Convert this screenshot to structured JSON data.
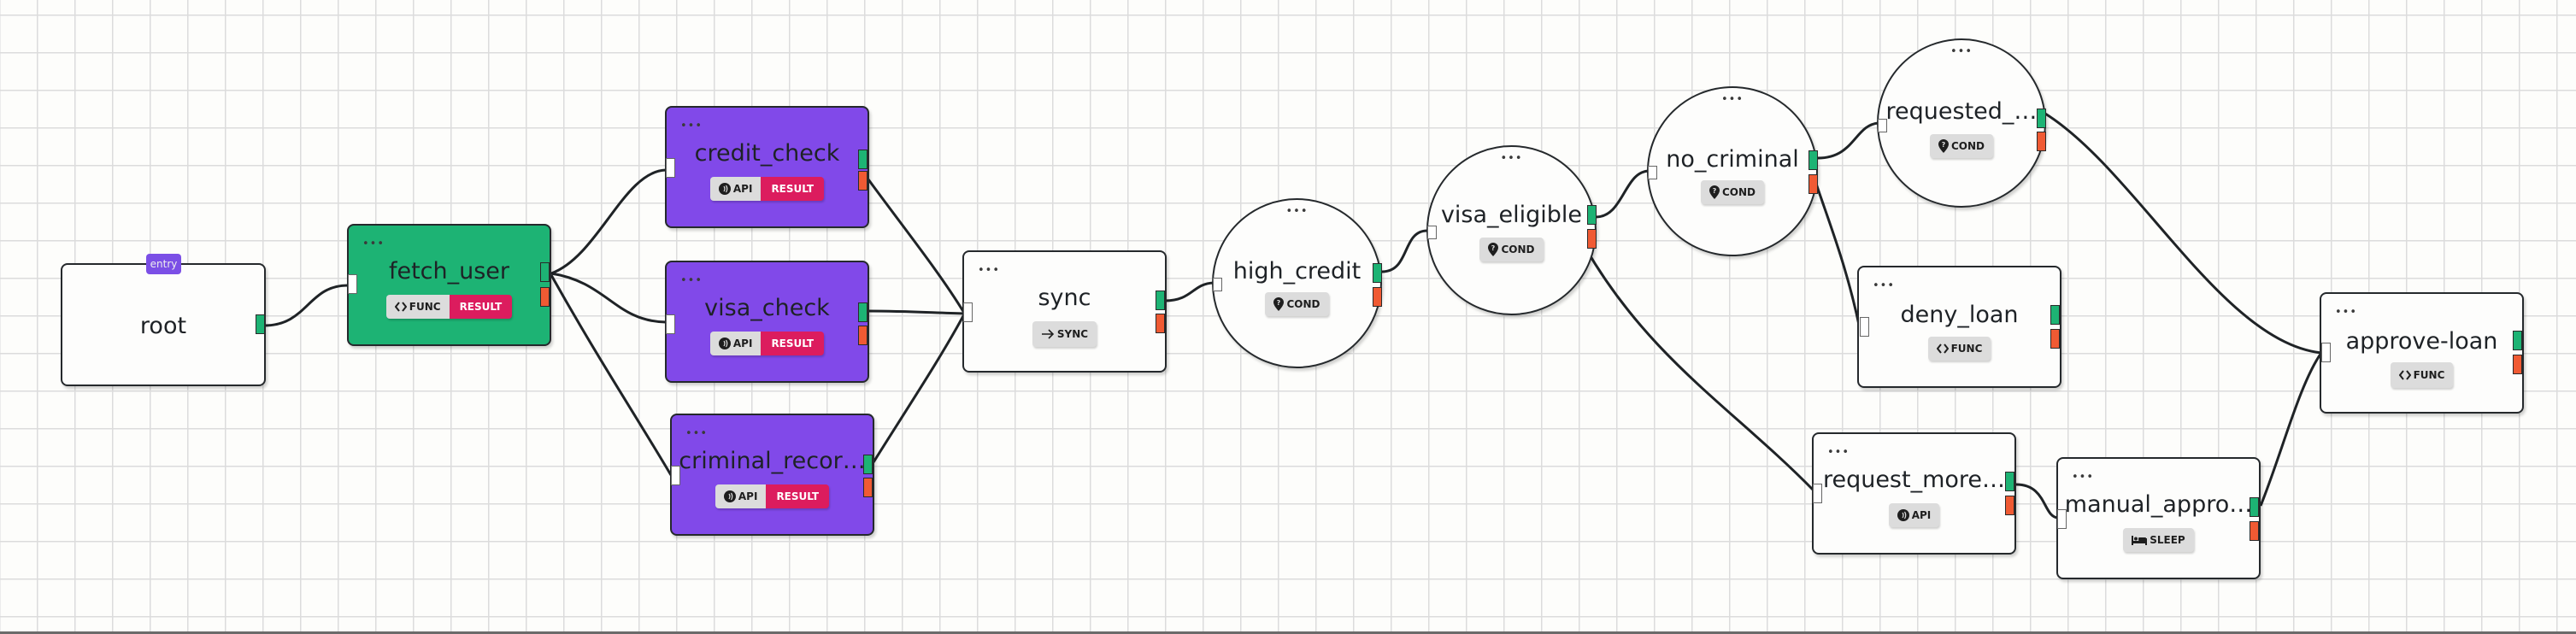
{
  "canvas": {
    "grid": true
  },
  "colors": {
    "entry_node": "#1db374",
    "api_node": "#8149e9",
    "default_node": "#fdfdfc",
    "result_badge": "#dc1c5e",
    "type_badge": "#dcdcdc",
    "success_port": "#1db374",
    "error_port": "#f05a33",
    "entry_badge": "#7b4fe6",
    "edge": "#1f2326"
  },
  "menu_glyph": "•••",
  "entry_label": "entry",
  "nodes": {
    "root": {
      "title": "root",
      "shape": "box",
      "badges": []
    },
    "fetch_user": {
      "title": "fetch_user",
      "shape": "box",
      "type": "FUNC",
      "type_icon": "code-brackets-icon",
      "result": "RESULT"
    },
    "credit_check": {
      "title": "credit_check",
      "shape": "box",
      "type": "API",
      "type_icon": "api-broadcast-icon",
      "result": "RESULT"
    },
    "visa_check": {
      "title": "visa_check",
      "shape": "box",
      "type": "API",
      "type_icon": "api-broadcast-icon",
      "result": "RESULT"
    },
    "criminal_record": {
      "title": "criminal_recor…",
      "shape": "box",
      "type": "API",
      "type_icon": "api-broadcast-icon",
      "result": "RESULT"
    },
    "sync": {
      "title": "sync",
      "shape": "box",
      "type": "SYNC",
      "type_icon": "arrow-right-icon"
    },
    "high_credit": {
      "title": "high_credit",
      "shape": "circle",
      "type": "COND",
      "type_icon": "map-pin-question-icon"
    },
    "visa_eligible": {
      "title": "visa_eligible",
      "shape": "circle",
      "type": "COND",
      "type_icon": "map-pin-question-icon"
    },
    "no_criminal": {
      "title": "no_criminal",
      "shape": "circle",
      "type": "COND",
      "type_icon": "map-pin-question-icon"
    },
    "requested": {
      "title": "requested_…",
      "shape": "circle",
      "type": "COND",
      "type_icon": "map-pin-question-icon"
    },
    "deny_loan": {
      "title": "deny_loan",
      "shape": "box",
      "type": "FUNC",
      "type_icon": "code-brackets-icon"
    },
    "request_more": {
      "title": "request_more…",
      "shape": "box",
      "type": "API",
      "type_icon": "api-broadcast-icon"
    },
    "manual_approval": {
      "title": "manual_appro…",
      "shape": "box",
      "type": "SLEEP",
      "type_icon": "bed-icon"
    },
    "approve_loan": {
      "title": "approve-loan",
      "shape": "box",
      "type": "FUNC",
      "type_icon": "code-brackets-icon"
    }
  },
  "edges": [
    {
      "from": "root",
      "port": "success",
      "to": "fetch_user"
    },
    {
      "from": "fetch_user",
      "port": "success",
      "to": "credit_check"
    },
    {
      "from": "fetch_user",
      "port": "success",
      "to": "visa_check"
    },
    {
      "from": "fetch_user",
      "port": "success",
      "to": "criminal_record"
    },
    {
      "from": "credit_check",
      "port": "error",
      "to": "sync"
    },
    {
      "from": "visa_check",
      "port": "success",
      "to": "sync"
    },
    {
      "from": "criminal_record",
      "port": "success",
      "to": "sync"
    },
    {
      "from": "sync",
      "port": "success",
      "to": "high_credit"
    },
    {
      "from": "high_credit",
      "port": "success",
      "to": "visa_eligible"
    },
    {
      "from": "visa_eligible",
      "port": "success",
      "to": "no_criminal"
    },
    {
      "from": "visa_eligible",
      "port": "error",
      "to": "request_more"
    },
    {
      "from": "no_criminal",
      "port": "success",
      "to": "requested"
    },
    {
      "from": "no_criminal",
      "port": "error",
      "to": "deny_loan"
    },
    {
      "from": "requested",
      "port": "success",
      "to": "approve_loan"
    },
    {
      "from": "request_more",
      "port": "success",
      "to": "manual_approval"
    },
    {
      "from": "manual_approval",
      "port": "success",
      "to": "approve_loan"
    }
  ]
}
